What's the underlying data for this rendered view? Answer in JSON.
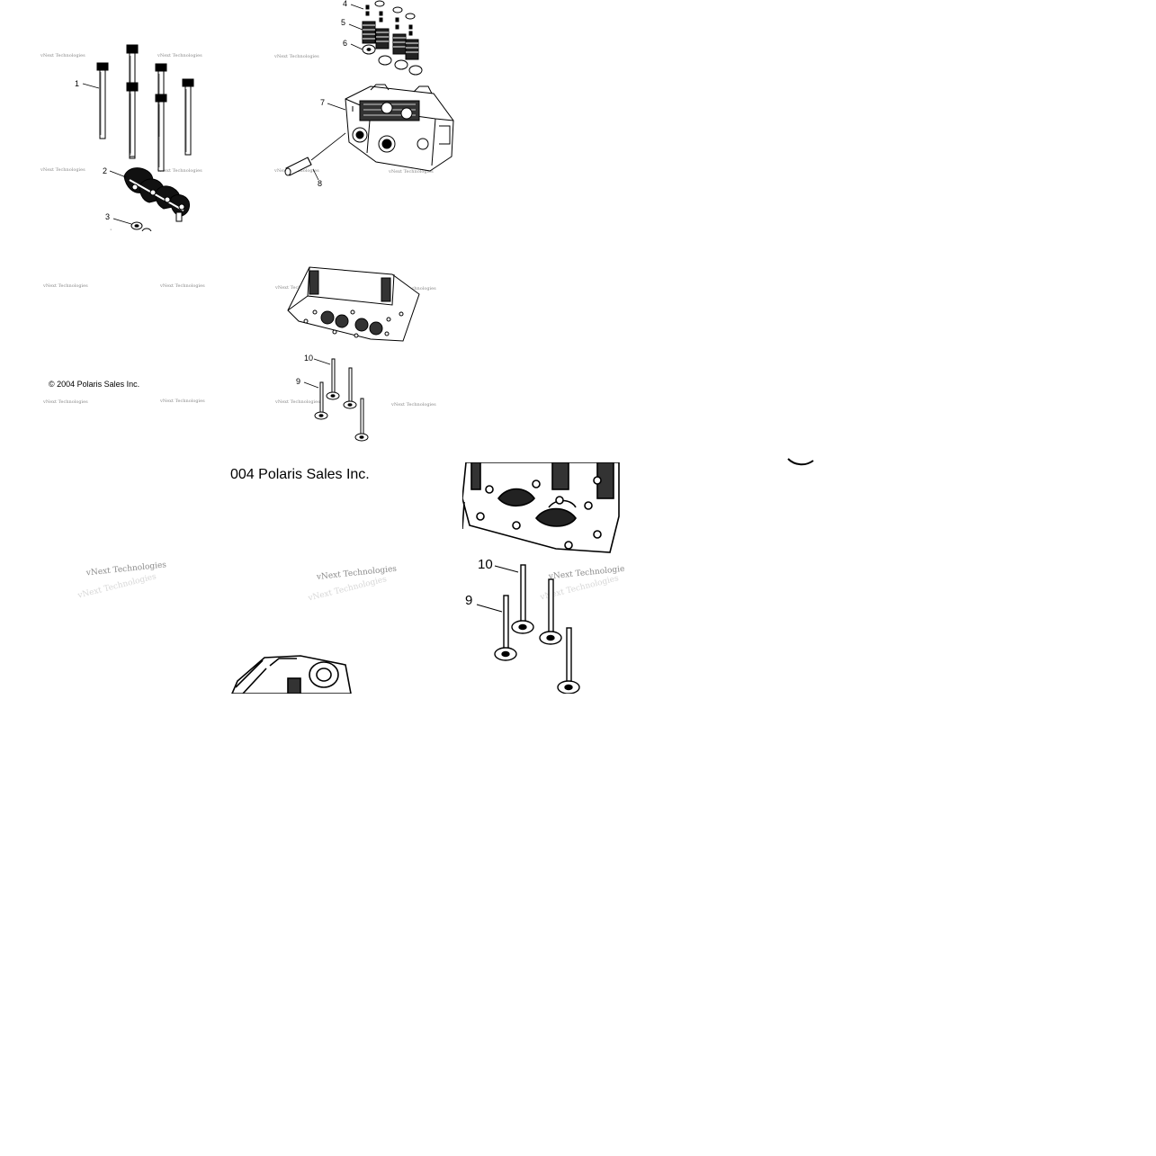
{
  "watermark": "vNext Technologies",
  "copyright_full": "© 2004 Polaris Sales Inc.",
  "copyright_cropped": "004 Polaris Sales Inc.",
  "callouts": {
    "c1": "1",
    "c2": "2",
    "c3": "3",
    "c4": "4",
    "c5": "5",
    "c6": "6",
    "c7": "7",
    "c8": "8",
    "c9": "9",
    "c10": "10"
  }
}
